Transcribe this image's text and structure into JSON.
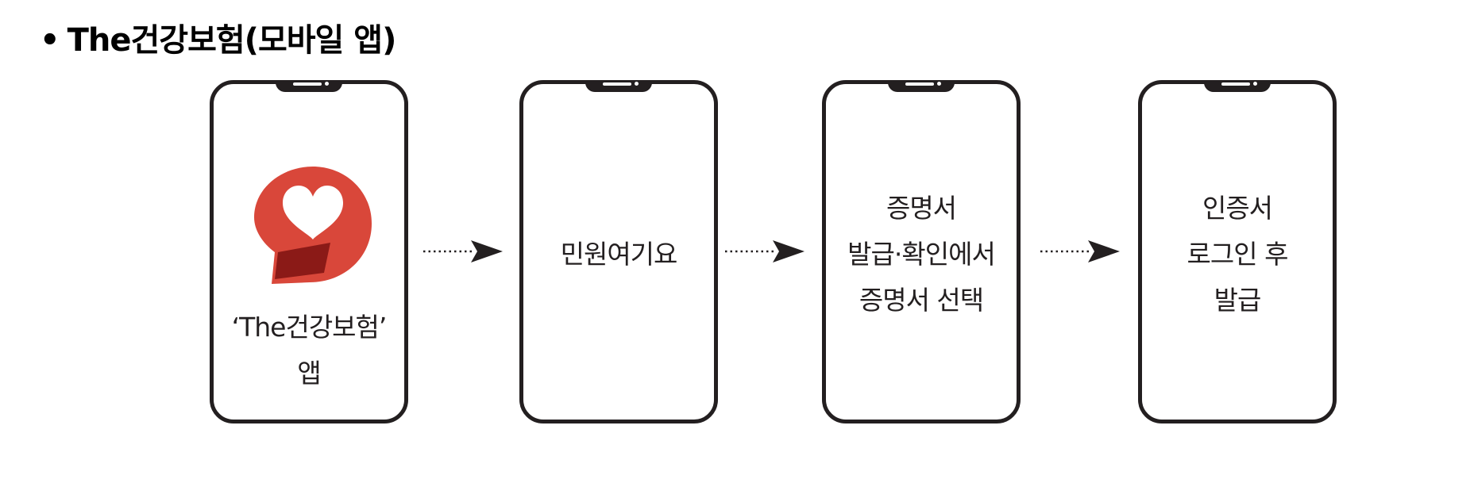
{
  "heading": {
    "bullet": "•",
    "text": "The건강보험(모바일 앱)"
  },
  "steps": [
    {
      "icon": "the-health-insurance-app-logo-icon",
      "lines": [
        "‘The건강보험’",
        "앱"
      ]
    },
    {
      "lines": [
        "민원여기요"
      ]
    },
    {
      "lines": [
        "증명서",
        "발급·확인에서",
        "증명서 선택"
      ]
    },
    {
      "lines": [
        "인증서",
        "로그인 후",
        "발급"
      ]
    }
  ],
  "colors": {
    "logo_red": "#d9473a",
    "logo_dark_red": "#8b1a17",
    "outline": "#231f20"
  }
}
